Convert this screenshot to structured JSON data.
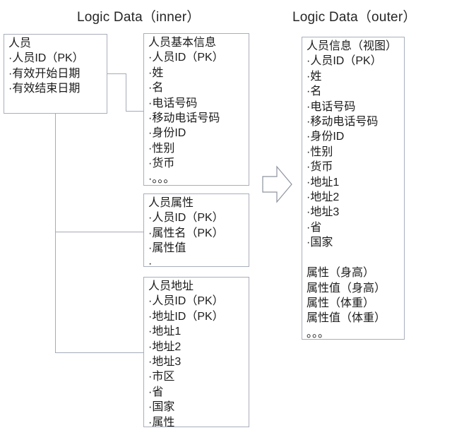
{
  "titles": {
    "inner": "Logic Data（inner）",
    "outer": "Logic Data（outer）"
  },
  "entities": {
    "person": {
      "title": "人员",
      "fields": [
        "·人员ID（PK）",
        "·有效开始日期",
        "·有效结束日期"
      ]
    },
    "basic_info": {
      "title": "人员基本信息",
      "fields": [
        "·人员ID（PK）",
        "·姓",
        "·名",
        "·电话号码",
        "·移动电话号码",
        "·身份ID",
        "·性别",
        "·货币",
        "·。。。"
      ]
    },
    "attributes": {
      "title": "人员属性",
      "fields": [
        "·人员ID（PK）",
        "·属性名（PK）",
        "·属性值",
        "·"
      ]
    },
    "address": {
      "title": "人员地址",
      "fields": [
        "·人员ID（PK）",
        "·地址ID（PK）",
        "·地址1",
        "·地址2",
        "·地址3",
        "·市区",
        "·省",
        "·国家",
        "·属性"
      ]
    },
    "view": {
      "title": "人员信息（视图）",
      "fields": [
        "·人员ID（PK）",
        "·姓",
        "·名",
        "·电话号码",
        "·移动电话号码",
        "·身份ID",
        "·性别",
        "·货币",
        "·地址1",
        "·地址2",
        "·地址3",
        "·省",
        "·国家",
        "",
        "属性（身高）",
        "属性值（身高）",
        "属性（体重）",
        "属性值（体重）",
        "。。。"
      ]
    }
  },
  "colors": {
    "border": "#a9aebc",
    "connector": "#a4aab8",
    "text": "#1b1b1b",
    "title": "#262626",
    "arrow": "#8d939e",
    "bg": "#ffffff"
  }
}
